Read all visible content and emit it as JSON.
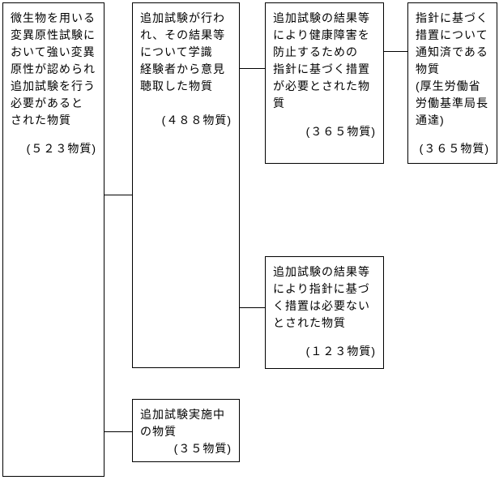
{
  "diagram": {
    "background_color": "#ffffff",
    "line_color": "#000000",
    "text_color": "#000000",
    "boxes": [
      {
        "id": "strong-mutagenicity-additional-test-required",
        "body": "微生物を用いる\n変異原性試験に\nおいて強い変異\n原性が認められ\n追加試験を行う\n必要があると\nされた物質",
        "count": "(５２３物質)"
      },
      {
        "id": "additional-test-expert-opinion",
        "body": "追加試験が行わ\nれ、その結果等\nについて学識\n経験者から意見\n聴取した物質",
        "count": "(４８８物質)"
      },
      {
        "id": "guideline-measures-required",
        "body": "追加試験の結果等\nにより健康障害を\n防止するための\n指針に基づく措置\nが必要とされた物\n質",
        "count": "(３６５物質)"
      },
      {
        "id": "guideline-measures-notified",
        "body": "指針に基づく\n措置について\n通知済である\n物質\n(厚生労働省\n労働基準局長\n通達)",
        "count": "(３６５物質)"
      },
      {
        "id": "guideline-measures-not-required",
        "body": "追加試験の結果等\nにより指針に基づ\nく措置は必要ない\nとされた物質",
        "count": "(１２３物質)"
      },
      {
        "id": "additional-test-in-progress",
        "body": "追加試験実施中\nの物質",
        "count": "(３５物質)"
      }
    ]
  }
}
